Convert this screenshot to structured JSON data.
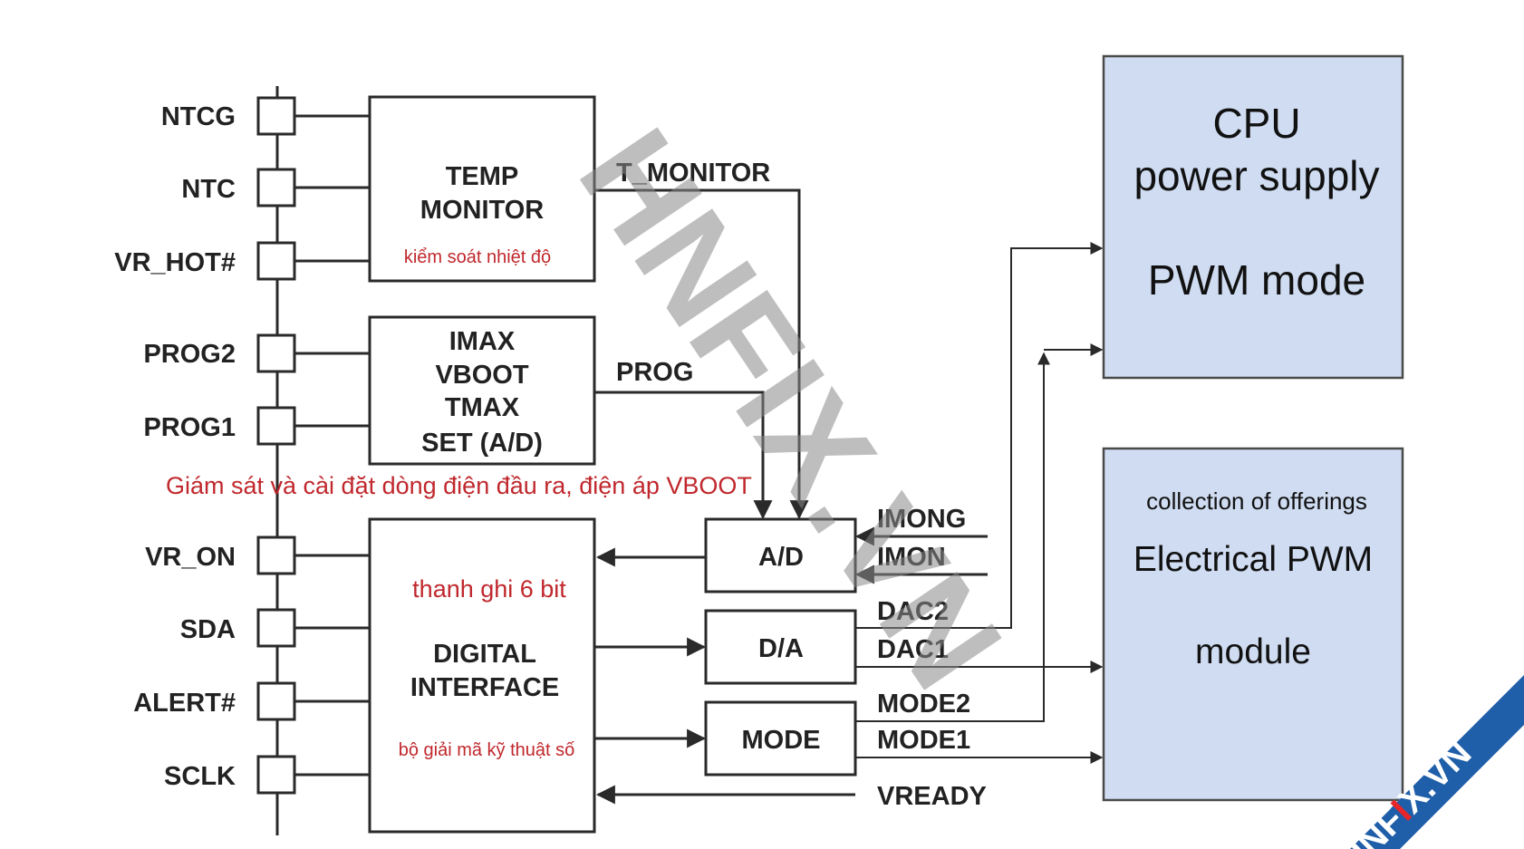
{
  "pins": [
    "NTCG",
    "NTC",
    "VR_HOT#",
    "PROG2",
    "PROG1",
    "VR_ON",
    "SDA",
    "ALERT#",
    "SCLK"
  ],
  "blocks": {
    "temp": {
      "lines": [
        "TEMP",
        "MONITOR"
      ],
      "note": "kiểm soát nhiệt độ"
    },
    "imax": {
      "lines": [
        "IMAX",
        "VBOOT",
        "TMAX",
        "SET (A/D)"
      ]
    },
    "digital": {
      "lines": [
        "DIGITAL",
        "INTERFACE"
      ],
      "note_top": "thanh ghi 6 bit",
      "note_bottom": "bộ giải mã kỹ thuật số"
    },
    "ad": "A/D",
    "da": "D/A",
    "mode": "MODE"
  },
  "signals": {
    "t_monitor": "T_MONITOR",
    "prog": "PROG",
    "imong": "IMONG",
    "imon": "IMON",
    "dac2": "DAC2",
    "dac1": "DAC1",
    "mode2": "MODE2",
    "mode1": "MODE1",
    "vready": "VREADY"
  },
  "notes": {
    "monitor_setting": "Giám sát và cài đặt dòng điện đầu ra, điện áp VBOOT"
  },
  "cpu_box": {
    "line1": "CPU",
    "line2": "power supply",
    "line3": "PWM mode"
  },
  "pwm_box": {
    "line1": "collection of offerings",
    "line2": "Electrical PWM",
    "line3": "module"
  },
  "watermark": {
    "main": "HNFIX.VN",
    "corner_a": "HNF",
    "corner_x": "I",
    "corner_b": "X.VN"
  },
  "colors": {
    "cpu_fill": "#cfdcf1",
    "note_red": "#c0282d",
    "corner_blue": "#1f5ea8"
  }
}
